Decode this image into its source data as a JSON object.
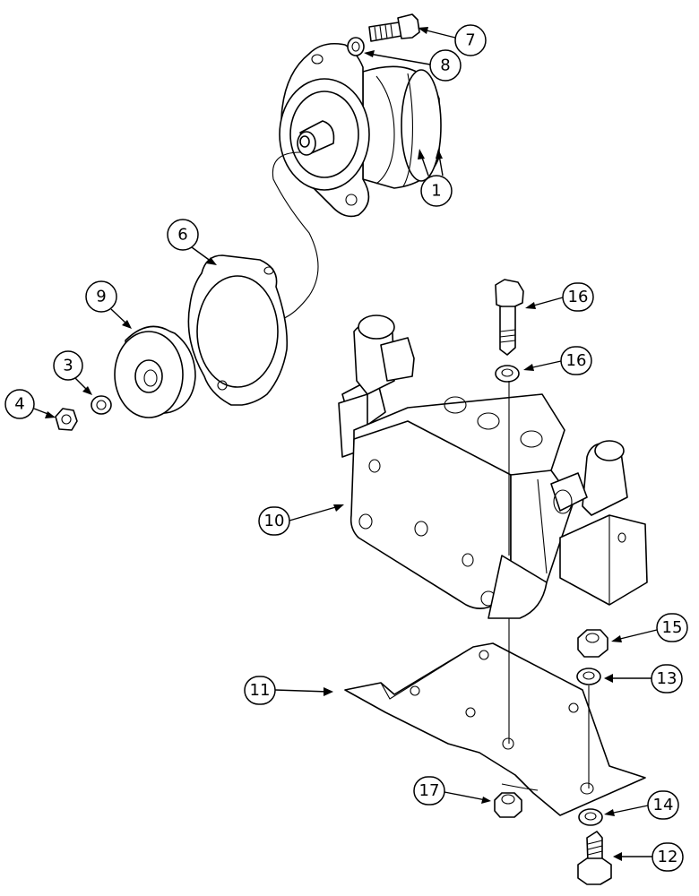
{
  "callouts": [
    {
      "id": "c1",
      "label": "1",
      "shape": "circle"
    },
    {
      "id": "c3",
      "label": "3",
      "shape": "circle"
    },
    {
      "id": "c4",
      "label": "4",
      "shape": "circle"
    },
    {
      "id": "c6",
      "label": "6",
      "shape": "circle"
    },
    {
      "id": "c7",
      "label": "7",
      "shape": "circle"
    },
    {
      "id": "c8",
      "label": "8",
      "shape": "circle"
    },
    {
      "id": "c9",
      "label": "9",
      "shape": "circle"
    },
    {
      "id": "c10",
      "label": "10",
      "shape": "pill"
    },
    {
      "id": "c11",
      "label": "11",
      "shape": "pill"
    },
    {
      "id": "c12",
      "label": "12",
      "shape": "pill"
    },
    {
      "id": "c13a",
      "label": "13",
      "shape": "pill"
    },
    {
      "id": "c13b",
      "label": "13",
      "shape": "pill"
    },
    {
      "id": "c14",
      "label": "14",
      "shape": "pill"
    },
    {
      "id": "c15",
      "label": "15",
      "shape": "pill"
    },
    {
      "id": "c16",
      "label": "16",
      "shape": "pill"
    },
    {
      "id": "c17",
      "label": "17",
      "shape": "pill"
    }
  ],
  "parts": [
    {
      "id": "motor",
      "icon": "hydraulic-motor-icon"
    },
    {
      "id": "gasket",
      "icon": "gasket-icon"
    },
    {
      "id": "pulley",
      "icon": "pulley-icon"
    },
    {
      "id": "washer3",
      "icon": "washer-icon"
    },
    {
      "id": "nut4",
      "icon": "nut-icon"
    },
    {
      "id": "bolt7",
      "icon": "bolt-icon"
    },
    {
      "id": "washer8",
      "icon": "washer-icon"
    },
    {
      "id": "valve",
      "icon": "valve-block-icon"
    },
    {
      "id": "bracket",
      "icon": "bracket-icon"
    },
    {
      "id": "bolt15",
      "icon": "bolt-icon"
    },
    {
      "id": "washer16",
      "icon": "washer-icon"
    },
    {
      "id": "nut14",
      "icon": "nut-icon"
    },
    {
      "id": "washer13a",
      "icon": "washer-icon"
    },
    {
      "id": "washer13b",
      "icon": "washer-icon"
    },
    {
      "id": "nut17",
      "icon": "nut-icon"
    },
    {
      "id": "bolt12",
      "icon": "bolt-icon"
    }
  ]
}
